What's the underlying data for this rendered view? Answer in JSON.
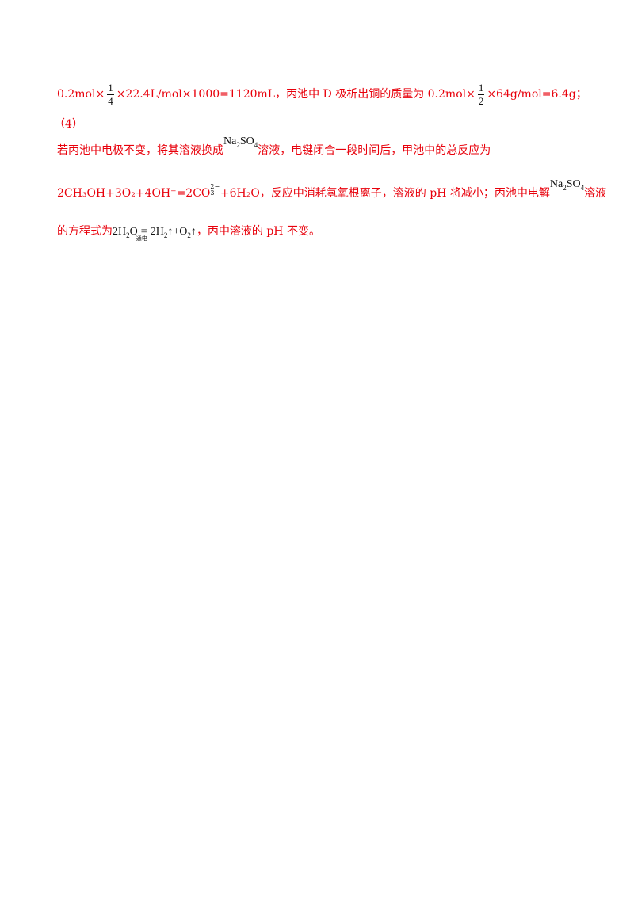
{
  "line1": {
    "a": "0.2mol×",
    "f1_num": "1",
    "f1_den": "4",
    "b": "×22.4L/mol×1000=1120mL，丙池中 D 极析出铜的质量为 0.2mol×",
    "f2_num": "1",
    "f2_den": "2",
    "c": "×64g/mol=6.4g；"
  },
  "line2": {
    "text": "（4）"
  },
  "line3": {
    "a": "若丙池中电极不变，将其溶液换成",
    "salt_na": "Na",
    "salt_na_sub": "2",
    "salt_so": "SO",
    "salt_so_sub": "4",
    "b": "溶液，电键闭合一段时间后，甲池中的总反应为"
  },
  "line4": {
    "a": "2CH₃OH+3O₂+4OH⁻=2CO",
    "charge_top": "2−",
    "charge_bot": "3",
    "b": " +6H₂O，反应中消耗氢氧根离子，溶液的 pH 将减小；丙池中电解",
    "salt_na": "Na",
    "salt_na_sub": "2",
    "salt_so": "SO",
    "salt_so_sub": "4",
    "c": "溶液"
  },
  "line5": {
    "a": "的方程式为",
    "eq_left": "2H",
    "eq_left_sub": "2",
    "eq_left_o": "O",
    "eq_sign": "=",
    "eq_cond": "通电",
    "eq_h": "2H",
    "eq_h_sub": "2",
    "eq_up1": "↑",
    "eq_o": "+O",
    "eq_o_sub": "2",
    "eq_up2": "↑",
    "b": "，丙中溶液的 pH 不变。"
  }
}
